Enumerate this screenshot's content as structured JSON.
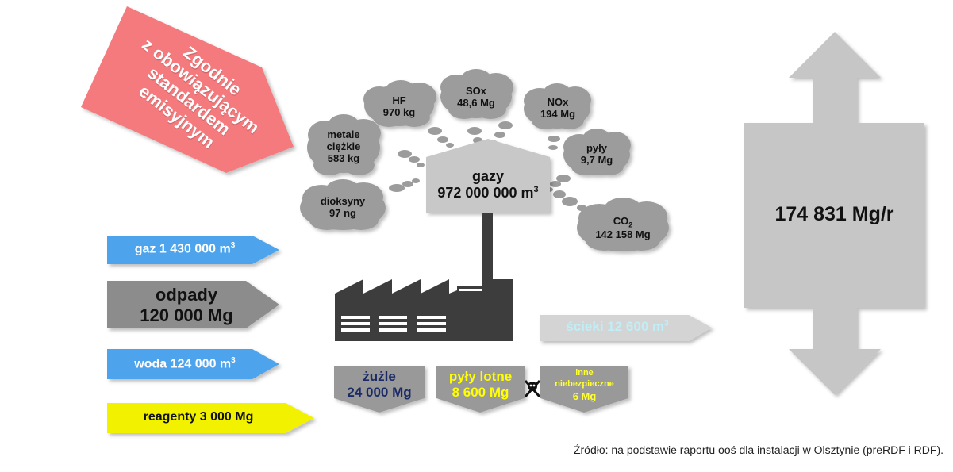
{
  "banner": {
    "line1": "Zgodnie",
    "line2": "z obowiązującym",
    "line3": "standardem",
    "line4": "emisyjnym"
  },
  "clouds": {
    "hf": {
      "name": "HF",
      "value": "970 kg"
    },
    "sox": {
      "name": "SOx",
      "value": "48,6 Mg"
    },
    "nox": {
      "name": "NOx",
      "value": "194 Mg"
    },
    "metale": {
      "name1": "metale",
      "name2": "ciężkie",
      "value": "583 kg"
    },
    "pyly": {
      "name": "pyły",
      "value": "9,7 Mg"
    },
    "dioksyny": {
      "name": "dioksyny",
      "value": "97 ng"
    },
    "co2": {
      "name": "CO",
      "sub": "2",
      "value": "142 158 Mg"
    }
  },
  "gazy": {
    "label": "gazy",
    "value": "972 000 000 m",
    "sup": "3"
  },
  "inputs": {
    "gaz": {
      "text": "gaz 1 430 000 m",
      "sup": "3"
    },
    "odpady": {
      "line1": "odpady",
      "line2": "120 000 Mg"
    },
    "woda": {
      "text": "woda 124 000 m",
      "sup": "3"
    },
    "reagenty": {
      "text": "reagenty 3 000 Mg"
    }
  },
  "outputs": {
    "scieki": {
      "text": "ścieki 12 600 m",
      "sup": "3"
    },
    "zuzle": {
      "line1": "żużle",
      "line2": "24 000 Mg"
    },
    "pyly_lotne": {
      "line1": "pyły lotne",
      "line2": "8 600 Mg"
    },
    "inne": {
      "line1": "inne",
      "line2": "niebezpieczne",
      "line3": "6 Mg"
    }
  },
  "capacity": {
    "value": "174 831 Mg/r"
  },
  "source": "Źródło: na podstawie raportu ooś dla instalacji w Olsztynie (preRDF i RDF).",
  "colors": {
    "banner": "#f47a7d",
    "cloud": "#9c9c9c",
    "house": "#c8c8c8",
    "factory": "#3d3d3d",
    "blue_arrow": "#4da3ec",
    "odpady_arrow": "#8c8c8c",
    "reagenty_arrow": "#f2f200",
    "scieki_arrow": "#d4d4d4",
    "waste_box": "#999999",
    "double_arrow": "#c6c6c6",
    "pyly_lotne_text": "#ffff00",
    "inne_text": "#ffff33",
    "zuzle_text": "#1a2a66"
  }
}
